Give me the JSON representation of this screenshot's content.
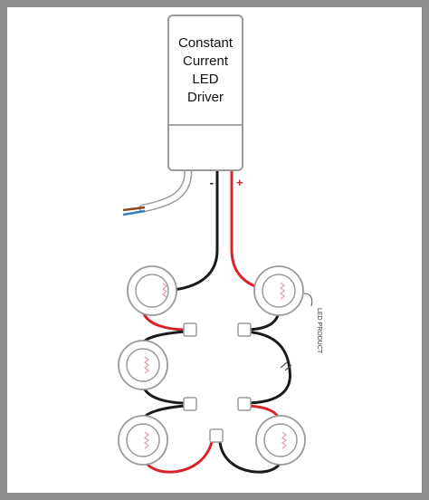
{
  "driver": {
    "title_lines": [
      "Constant",
      "Current",
      "LED",
      "Driver"
    ]
  },
  "polarity": {
    "negative": "-",
    "positive": "+"
  },
  "annotation": {
    "led_product": "LED PRODUCT"
  },
  "colors": {
    "wire_positive": "#d8232a",
    "wire_negative": "#1a1a1a",
    "mains_brown": "#8b4a1e",
    "mains_blue": "#2f7fc1",
    "outline": "#9a9a9a",
    "led_zigzag": "#e0a0a8",
    "border": "#8e8e8e"
  }
}
